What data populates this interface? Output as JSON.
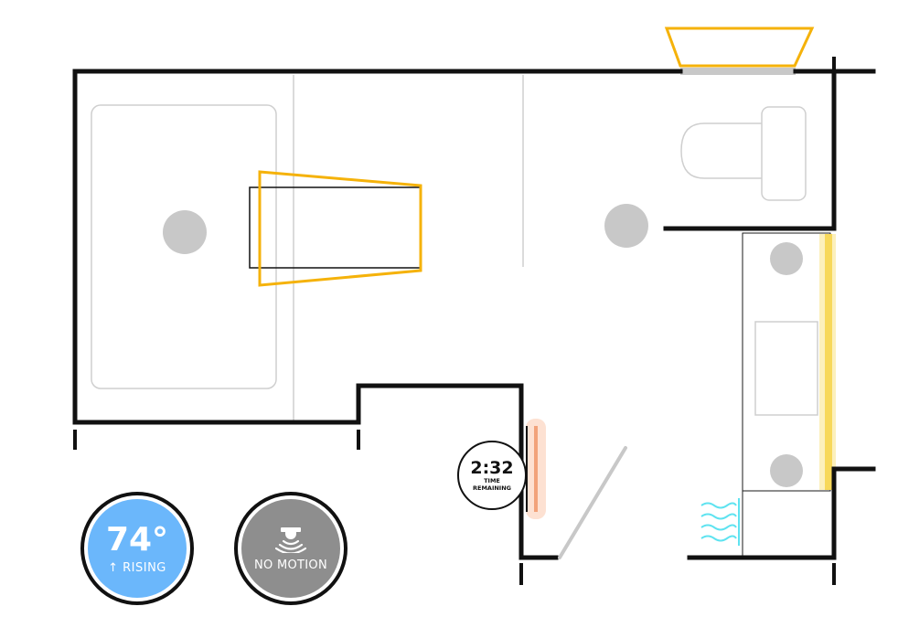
{
  "temperature": {
    "value": "74°",
    "trend": "↑ RISING",
    "color": "#6bb7fb"
  },
  "motion": {
    "status": "NO MOTION",
    "icon": "motion-sensor-icon",
    "color": "#8e8e8e"
  },
  "timer": {
    "value": "2:32",
    "label": "TIME REMAINING"
  },
  "colors": {
    "wall": "#111111",
    "light_outline": "#f5b20a",
    "heater": "#f2a27a",
    "vent": "#5fe3f0",
    "strip_light": "#f7d85a",
    "fixture": "#c8c8c8"
  }
}
